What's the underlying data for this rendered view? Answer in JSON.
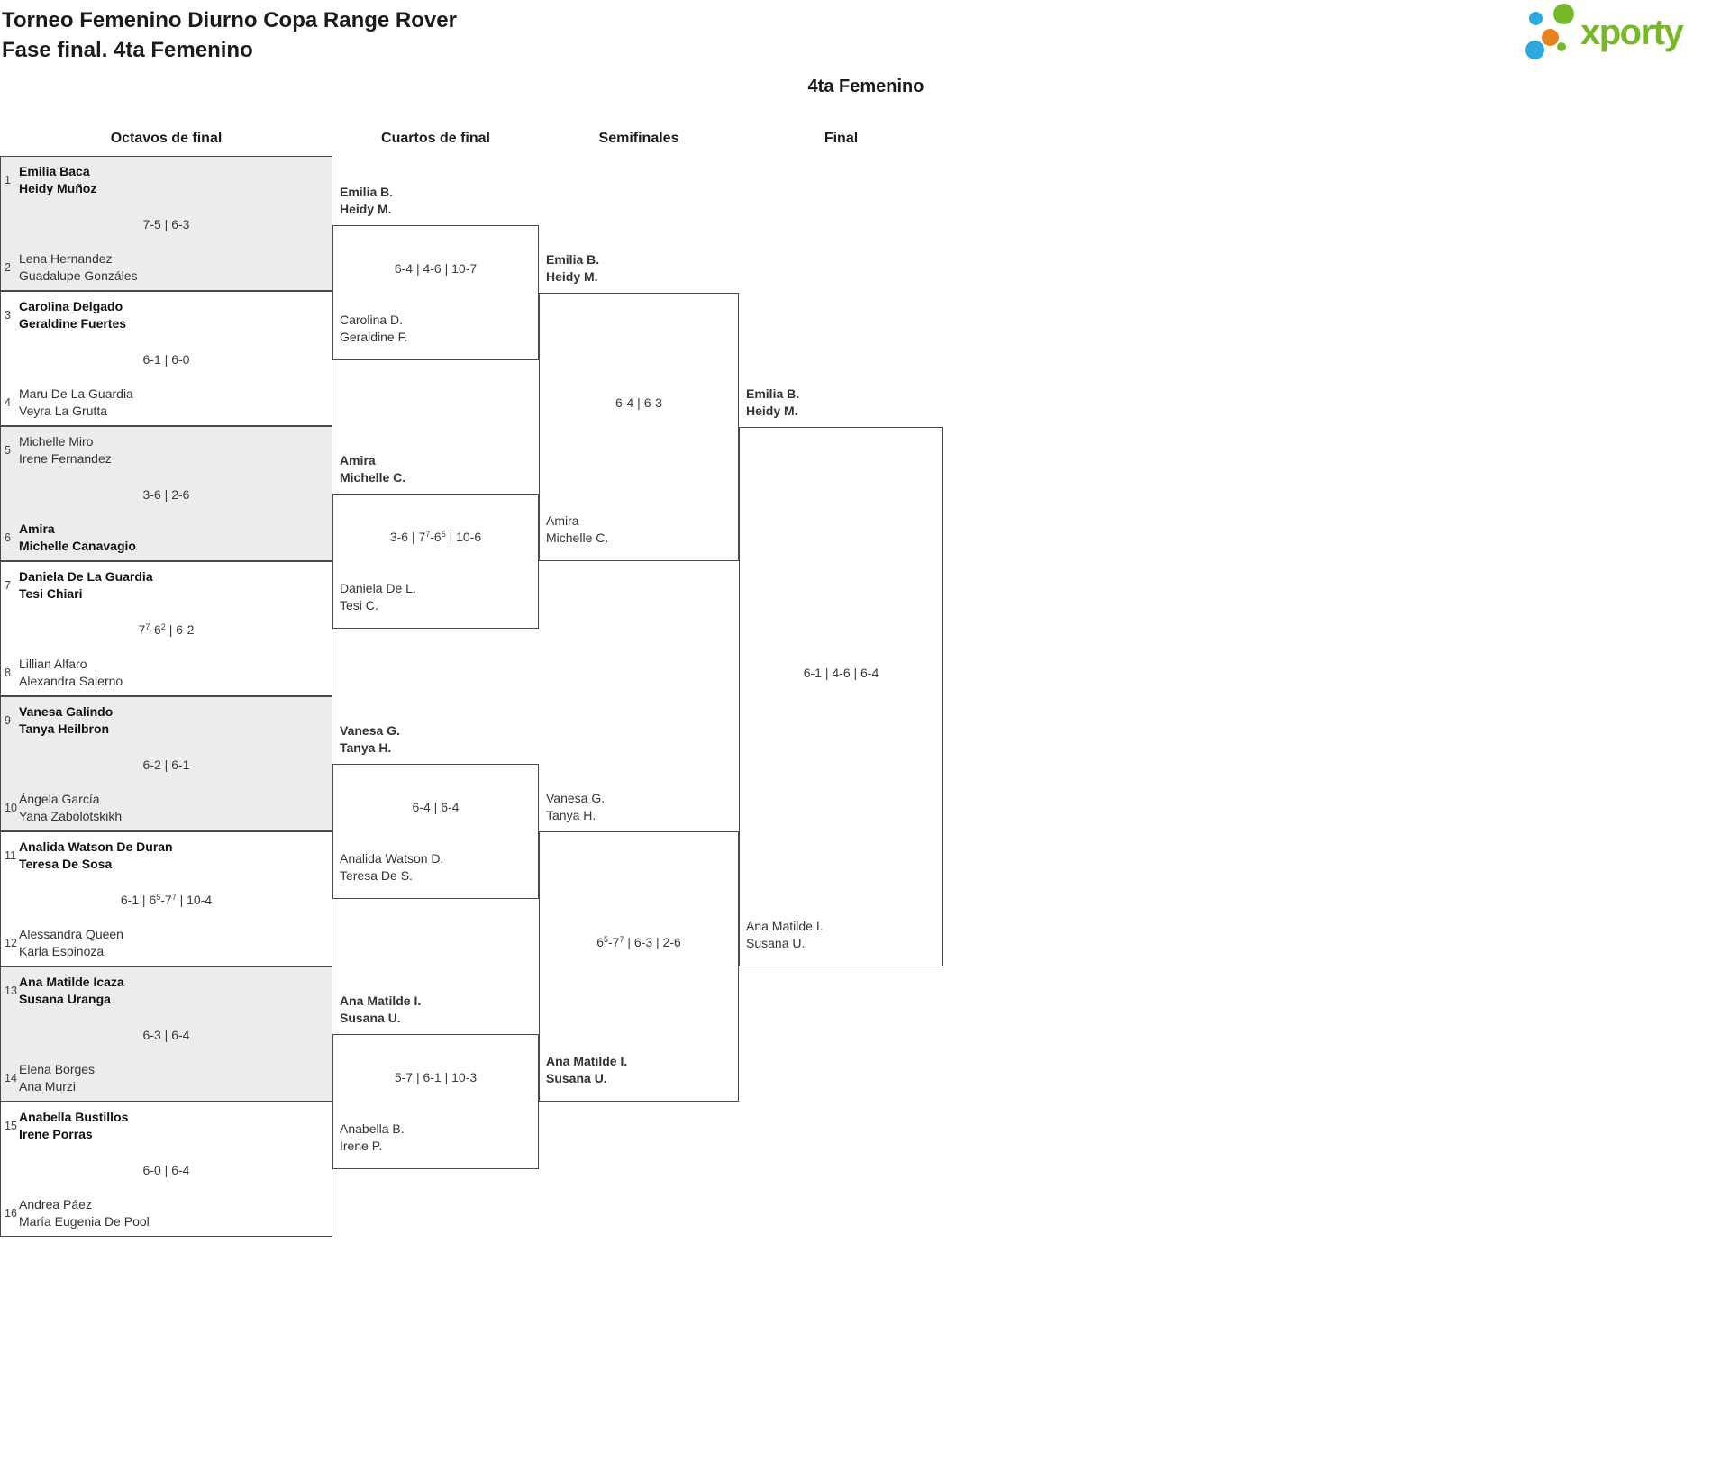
{
  "header": {
    "title_line1": "Torneo Femenino Diurno Copa Range Rover",
    "title_line2": "Fase final. 4ta Femenino",
    "bracket_title": "4ta Femenino",
    "logo_text": "xporty"
  },
  "colors": {
    "logo_green": "#76b82a",
    "logo_blue": "#2ba9e0",
    "logo_orange": "#e8821e",
    "line": "#4a4a4a",
    "row_alt_bg": "#ececec",
    "winner_text": "#111111"
  },
  "round_headers": [
    "Octavos de final",
    "Cuartos de final",
    "Semifinales",
    "Final"
  ],
  "bracket": {
    "r16": [
      {
        "seed_top": "1",
        "top": [
          "Emilia Baca",
          "Heidy Muñoz"
        ],
        "top_winner": true,
        "score": "7-5 | 6-3",
        "seed_bottom": "2",
        "bottom": [
          "Lena Hernandez",
          "Guadalupe Gonzáles"
        ],
        "bottom_winner": false
      },
      {
        "seed_top": "3",
        "top": [
          "Carolina Delgado",
          "Geraldine Fuertes"
        ],
        "top_winner": true,
        "score": "6-1 | 6-0",
        "seed_bottom": "4",
        "bottom": [
          "Maru De La Guardia",
          "Veyra La Grutta"
        ],
        "bottom_winner": false
      },
      {
        "seed_top": "5",
        "top": [
          "Michelle Miro",
          "Irene Fernandez"
        ],
        "top_winner": false,
        "score": "3-6 | 2-6",
        "seed_bottom": "6",
        "bottom": [
          "Amira",
          "Michelle Canavagio"
        ],
        "bottom_winner": true
      },
      {
        "seed_top": "7",
        "top": [
          "Daniela De La Guardia",
          "Tesi Chiari"
        ],
        "top_winner": true,
        "score": "7^7-6^2 | 6-2",
        "seed_bottom": "8",
        "bottom": [
          "Lillian Alfaro",
          "Alexandra Salerno"
        ],
        "bottom_winner": false
      },
      {
        "seed_top": "9",
        "top": [
          "Vanesa Galindo",
          "Tanya Heilbron"
        ],
        "top_winner": true,
        "score": "6-2 | 6-1",
        "seed_bottom": "10",
        "bottom": [
          "Ángela García",
          "Yana Zabolotskikh"
        ],
        "bottom_winner": false
      },
      {
        "seed_top": "11",
        "top": [
          "Analida Watson De Duran",
          "Teresa De Sosa"
        ],
        "top_winner": true,
        "score": "6-1 | 6^5-7^7 | 10-4",
        "seed_bottom": "12",
        "bottom": [
          "Alessandra Queen",
          "Karla Espinoza"
        ],
        "bottom_winner": false
      },
      {
        "seed_top": "13",
        "top": [
          "Ana Matilde Icaza",
          "Susana Uranga"
        ],
        "top_winner": true,
        "score": "6-3 | 6-4",
        "seed_bottom": "14",
        "bottom": [
          "Elena Borges",
          "Ana Murzi"
        ],
        "bottom_winner": false
      },
      {
        "seed_top": "15",
        "top": [
          "Anabella Bustillos",
          "Irene Porras"
        ],
        "top_winner": true,
        "score": "6-0 | 6-4",
        "seed_bottom": "16",
        "bottom": [
          "Andrea Páez",
          "María Eugenia De Pool"
        ],
        "bottom_winner": false
      }
    ],
    "qf": [
      {
        "top": [
          "Emilia B.",
          "Heidy M."
        ],
        "top_winner": true,
        "score": "6-4 | 4-6 | 10-7",
        "bottom": [
          "Carolina D.",
          "Geraldine F."
        ],
        "bottom_winner": false
      },
      {
        "top": [
          "Amira",
          "Michelle C."
        ],
        "top_winner": true,
        "score": "3-6 | 7^7-6^5 | 10-6",
        "bottom": [
          "Daniela De L.",
          "Tesi C."
        ],
        "bottom_winner": false
      },
      {
        "top": [
          "Vanesa G.",
          "Tanya H."
        ],
        "top_winner": true,
        "score": "6-4 | 6-4",
        "bottom": [
          "Analida Watson D.",
          "Teresa De S."
        ],
        "bottom_winner": false
      },
      {
        "top": [
          "Ana Matilde I.",
          "Susana U."
        ],
        "top_winner": true,
        "score": "5-7 | 6-1 | 10-3",
        "bottom": [
          "Anabella B.",
          "Irene P."
        ],
        "bottom_winner": false
      }
    ],
    "sf": [
      {
        "top": [
          "Emilia B.",
          "Heidy M."
        ],
        "top_winner": true,
        "score": "6-4 | 6-3",
        "bottom": [
          "Amira",
          "Michelle C."
        ],
        "bottom_winner": false
      },
      {
        "top": [
          "Vanesa G.",
          "Tanya H."
        ],
        "top_winner": false,
        "score": "6^5-7^7 | 6-3 | 2-6",
        "bottom": [
          "Ana Matilde I.",
          "Susana U."
        ],
        "bottom_winner": true
      }
    ],
    "final": [
      {
        "top": [
          "Emilia B.",
          "Heidy M."
        ],
        "top_winner": true,
        "score": "6-1 | 4-6 | 6-4",
        "bottom": [
          "Ana Matilde I.",
          "Susana U."
        ],
        "bottom_winner": false
      }
    ]
  }
}
